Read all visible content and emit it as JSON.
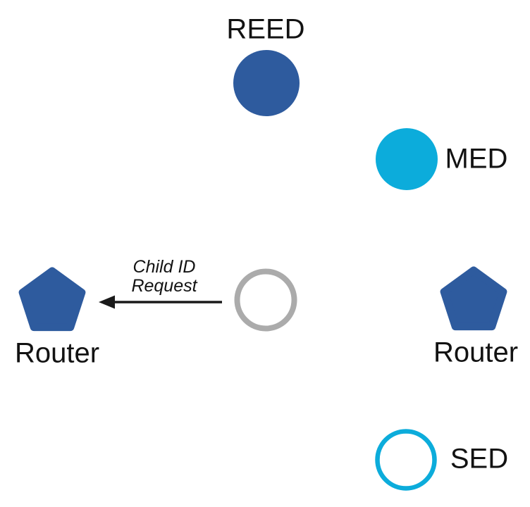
{
  "diagram": {
    "background": "#ffffff",
    "description_colors": {
      "node_blue": "#2E5B9E",
      "cyan": "#0CACDB",
      "gray": "#ABABAB",
      "arrow_black": "#1A1A1A",
      "text": "#121212"
    },
    "nodes": {
      "reed": {
        "label": "REED",
        "shape": "filled-circle"
      },
      "med": {
        "label": "MED",
        "shape": "filled-circle"
      },
      "joiner": {
        "shape": "outlined-circle"
      },
      "sed": {
        "label": "SED",
        "shape": "outlined-circle"
      },
      "router_left": {
        "label": "Router",
        "shape": "pentagon"
      },
      "router_right": {
        "label": "Router",
        "shape": "pentagon"
      }
    },
    "message": {
      "line1": "Child ID",
      "line2": "Request"
    }
  }
}
